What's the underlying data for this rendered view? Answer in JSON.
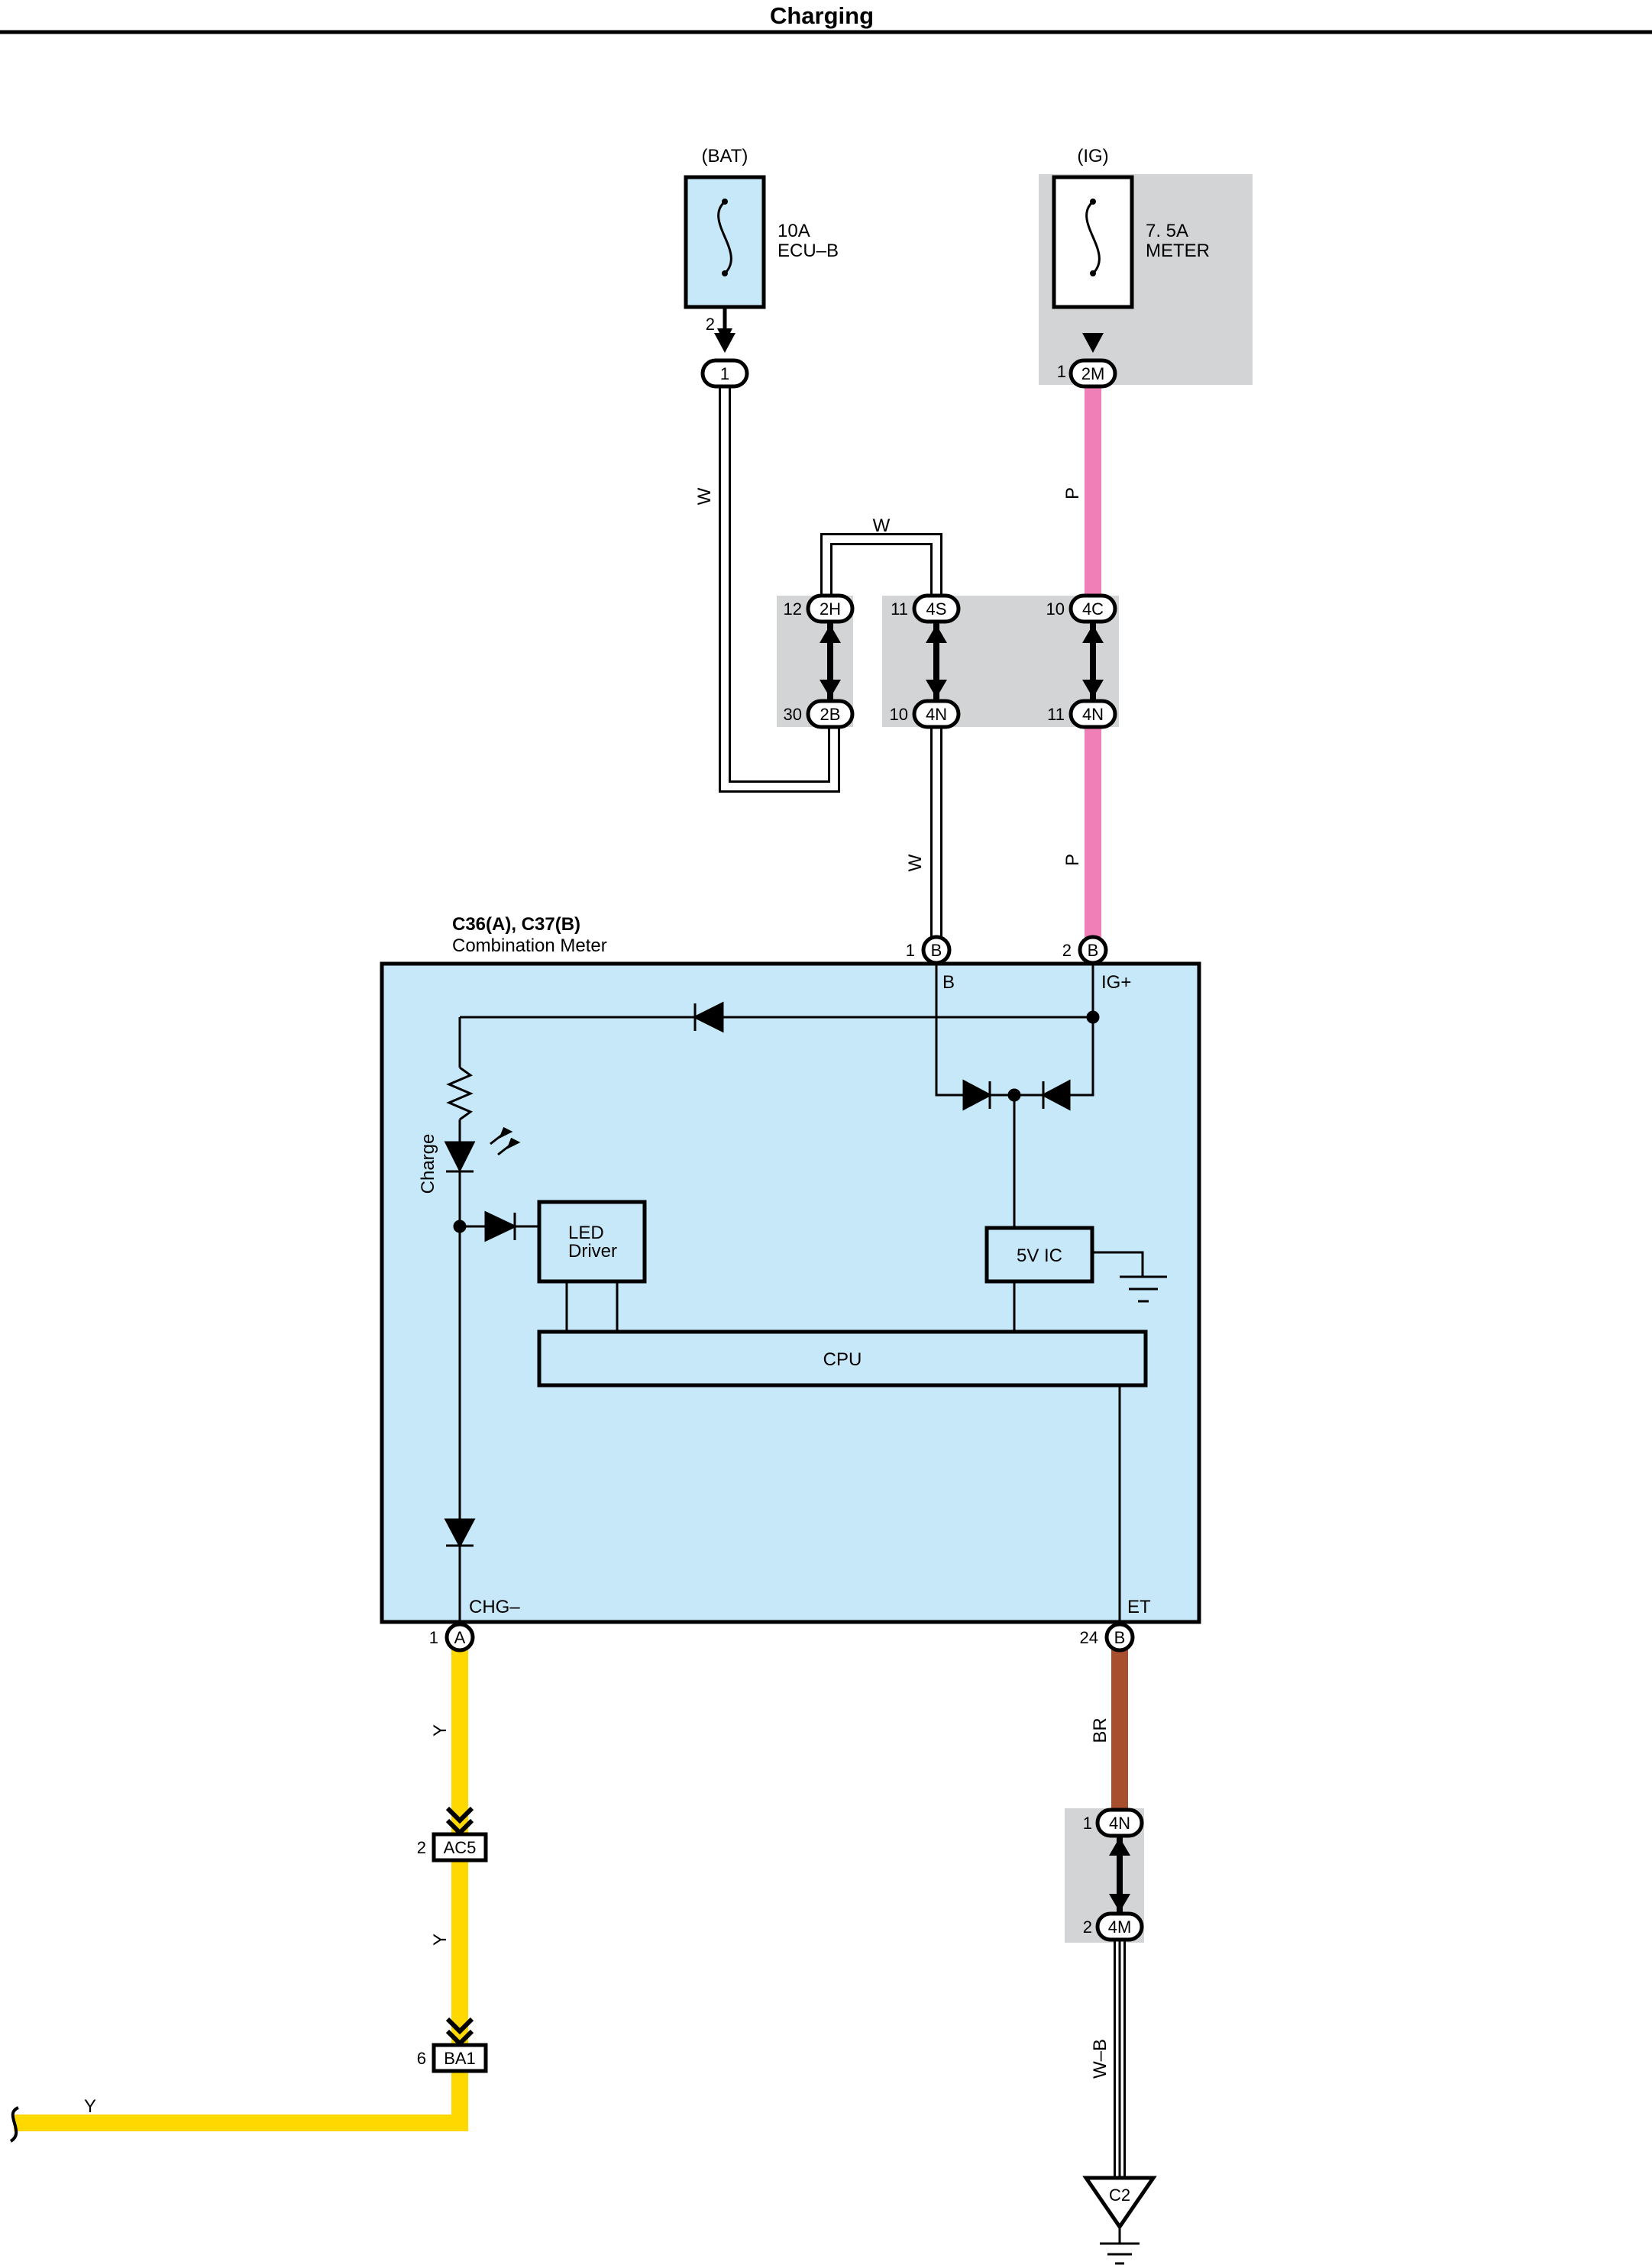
{
  "title": "Charging",
  "fuses": {
    "bat": {
      "supply": "(BAT)",
      "rating": "10A",
      "name": "ECU–B",
      "pin": "2"
    },
    "ig": {
      "supply": "(IG)",
      "rating": "7. 5A",
      "name": "METER",
      "pin": "1"
    }
  },
  "connectors": {
    "c1": "1",
    "c2m": "2M",
    "j2h": {
      "code": "2H",
      "pin": "12"
    },
    "j4s": {
      "code": "4S",
      "pin": "11"
    },
    "j4c": {
      "code": "4C",
      "pin": "10"
    },
    "j2b": {
      "code": "2B",
      "pin": "30"
    },
    "j4n_a": {
      "code": "4N",
      "pin": "10"
    },
    "j4n_b": {
      "code": "4N",
      "pin": "11"
    },
    "meter_b1": {
      "code": "B",
      "pin": "1"
    },
    "meter_b2": {
      "code": "B",
      "pin": "2"
    },
    "meter_a1": {
      "code": "A",
      "pin": "1"
    },
    "meter_b24": {
      "code": "B",
      "pin": "24"
    },
    "ac5": {
      "code": "AC5",
      "pin": "2"
    },
    "ba1": {
      "code": "BA1",
      "pin": "6"
    },
    "j4n_low": {
      "code": "4N",
      "pin": "1"
    },
    "j4m": {
      "code": "4M",
      "pin": "2"
    },
    "ground": "C2"
  },
  "wires": {
    "w1": "W",
    "w2": "W",
    "w3": "W",
    "p1": "P",
    "p2": "P",
    "y1": "Y",
    "y2": "Y",
    "y3": "Y",
    "br": "BR",
    "wb": "W–B"
  },
  "meter": {
    "ref": "C36(A), C37(B)",
    "name": "Combination Meter",
    "term_b": "B",
    "term_ig": "IG+",
    "term_chg": "CHG–",
    "term_et": "ET",
    "lamp": "Charge",
    "led_driver_1": "LED",
    "led_driver_2": "Driver",
    "ic": "5V IC",
    "cpu": "CPU"
  },
  "colors": {
    "meter_fill": "#c7e8f8",
    "junction_fill": "#d3d4d6",
    "wire_pink": "#ef7fb6",
    "wire_yellow": "#ffd800",
    "wire_brown": "#a8502e"
  }
}
